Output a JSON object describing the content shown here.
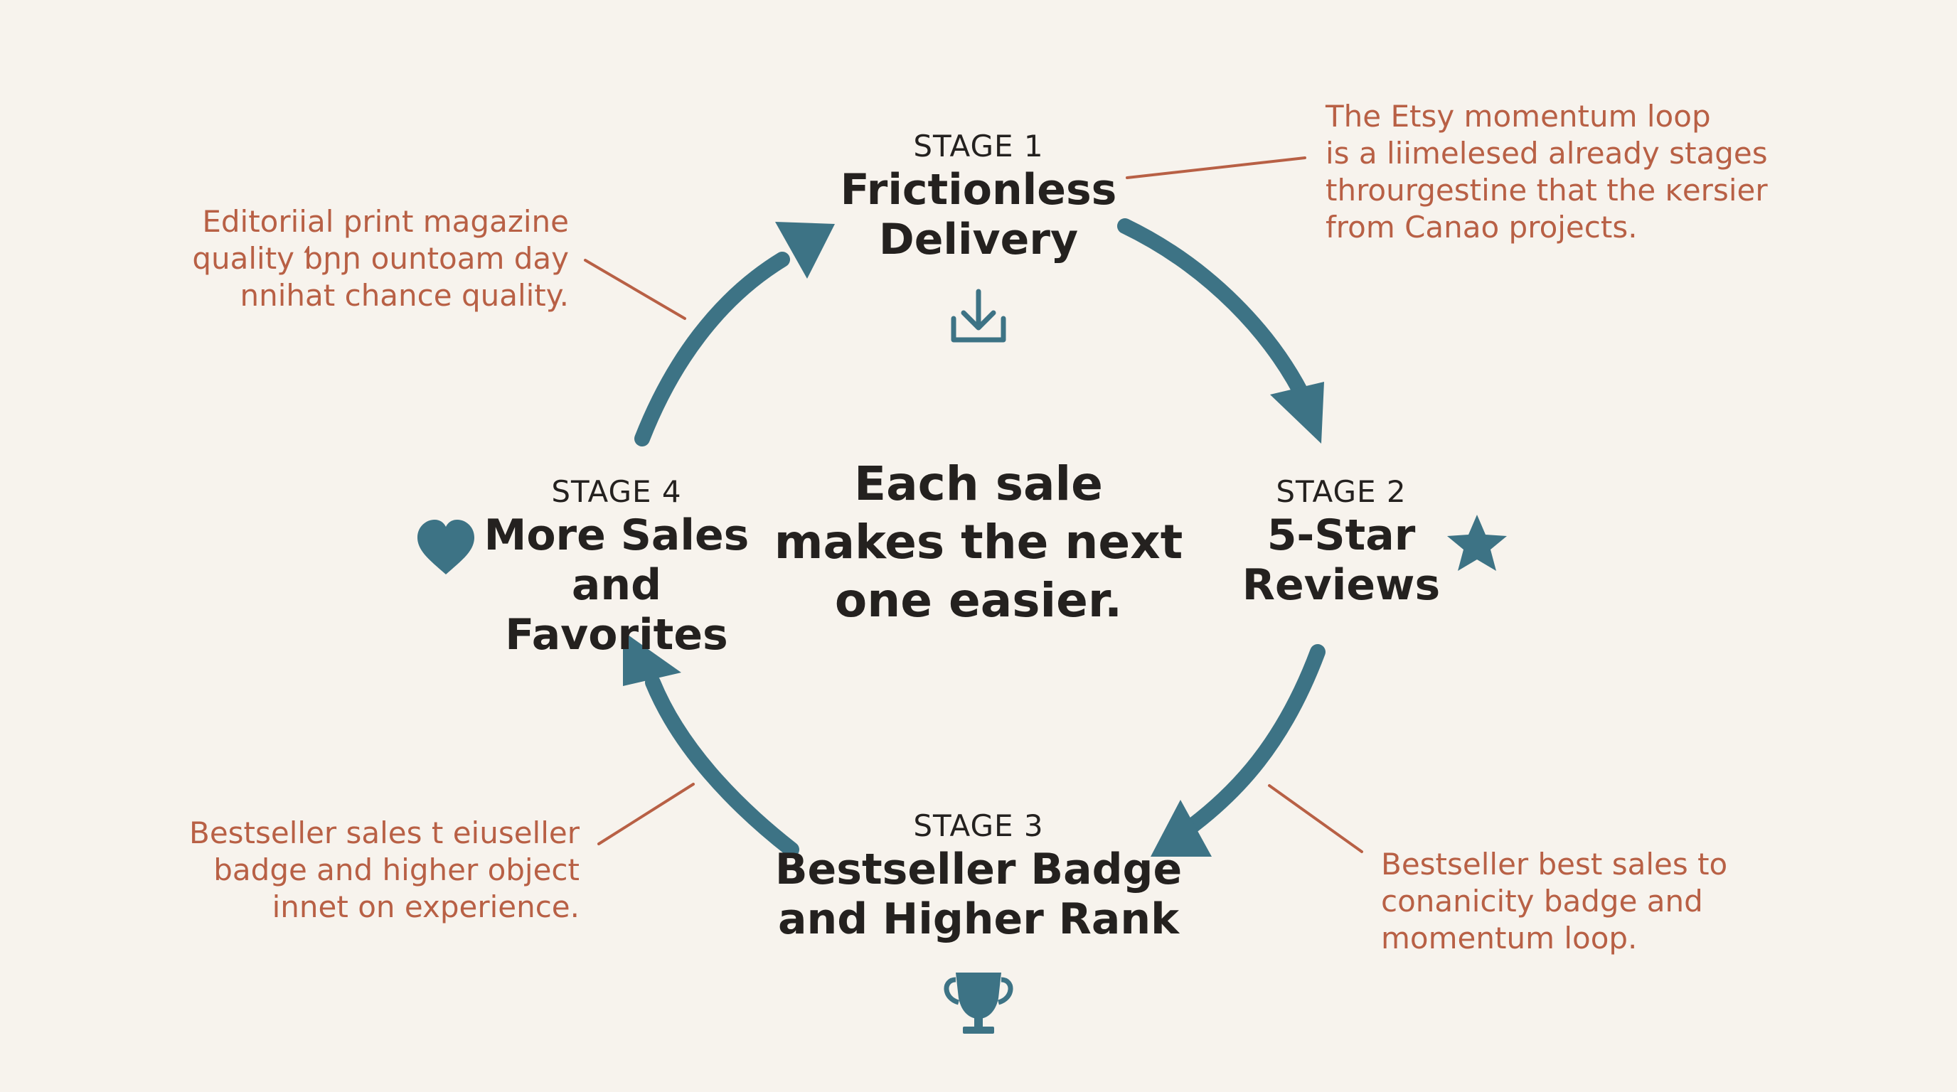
{
  "center": {
    "lines": [
      "Each sale",
      "makes the next",
      "one easier."
    ]
  },
  "stages": [
    {
      "label": "STAGE 1",
      "title_lines": [
        "Frictionless",
        "Delivery"
      ],
      "icon": "download-icon"
    },
    {
      "label": "STAGE 2",
      "title_lines": [
        "5-Star",
        "Reviews"
      ],
      "icon": "star-icon"
    },
    {
      "label": "STAGE 3",
      "title_lines": [
        "Bestseller Badge",
        "and Higher Rank"
      ],
      "icon": "trophy-icon"
    },
    {
      "label": "STAGE 4",
      "title_lines": [
        "More Sales",
        "and Favorites"
      ],
      "icon": "heart-icon"
    }
  ],
  "annotations": {
    "top_left": [
      "Editoriial print magazine",
      "quality ƅɲɲ ountoam day",
      "nnihat chance quality."
    ],
    "top_right": [
      "The Etsy momentum loop",
      "is a liimelesed already stages",
      "throurgestine that the ĸersier",
      "from Canao projects."
    ],
    "bottom_left": [
      "Bestseller sales t eiuseller",
      "badge and higher object",
      "innet on experience."
    ],
    "bottom_right": [
      "Bestseller best sales to",
      "conanicity badge and",
      "momentum loop."
    ]
  },
  "colors": {
    "background": "#f7f3ed",
    "arrow": "#3d7385",
    "annotation_text": "#b86045",
    "main_text": "#24211f"
  }
}
